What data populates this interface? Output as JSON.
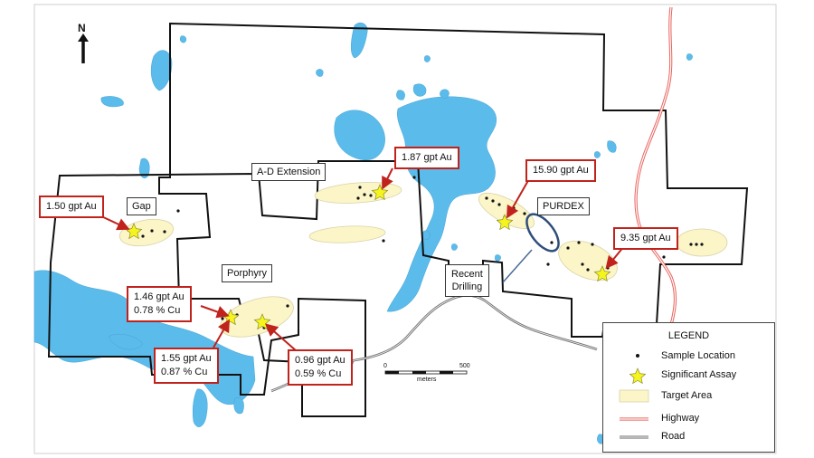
{
  "north_label": "N",
  "colors": {
    "water": "#5bbbea",
    "target": "#fbf5c8",
    "highway": "#e8645e",
    "road": "#7d7d7d",
    "boundary": "#111111",
    "callout": "#c0221c",
    "drilling": "#2f4f7a",
    "star": "#f5f51d"
  },
  "area_labels": {
    "ad_extension": "A-D Extension",
    "gap": "Gap",
    "purdex": "PURDEX",
    "porphyry": "Porphyry",
    "recent_drilling_1": "Recent",
    "recent_drilling_2": "Drilling"
  },
  "assays": {
    "a1": {
      "line1": "1.87 gpt Au"
    },
    "a2": {
      "line1": "1.50 gpt Au"
    },
    "a3": {
      "line1": "15.90 gpt Au"
    },
    "a4": {
      "line1": "9.35 gpt Au"
    },
    "a5": {
      "line1": "1.46 gpt Au",
      "line2": "0.78 % Cu"
    },
    "a6": {
      "line1": "1.55 gpt Au",
      "line2": "0.87 % Cu"
    },
    "a7": {
      "line1": "0.96 gpt Au",
      "line2": "0.59 % Cu"
    }
  },
  "scale": {
    "start": "0",
    "end": "500",
    "unit": "meters"
  },
  "legend": {
    "title": "LEGEND",
    "items": [
      {
        "label": "Sample Location",
        "symbol": "dot"
      },
      {
        "label": "Significant Assay",
        "symbol": "star"
      },
      {
        "label": "Target Area",
        "symbol": "box"
      },
      {
        "label": "Highway",
        "symbol": "highway-line"
      },
      {
        "label": "Road",
        "symbol": "road-line"
      }
    ]
  }
}
